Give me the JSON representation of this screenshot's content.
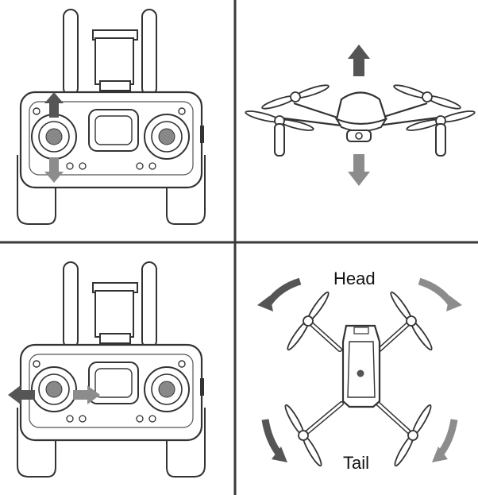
{
  "labels": {
    "head": "Head",
    "tail": "Tail"
  },
  "colors": {
    "line": "#333333",
    "divider": "#3a3a3a",
    "arrow_dark": "#555555",
    "arrow_light": "#8c8c8c",
    "background": "#ffffff"
  },
  "panels": [
    {
      "id": "top-left",
      "content": "remote-controller",
      "stick": "left",
      "direction": "up-down"
    },
    {
      "id": "top-right",
      "content": "drone-side-view",
      "direction": "ascend-descend"
    },
    {
      "id": "bottom-left",
      "content": "remote-controller",
      "stick": "left",
      "direction": "left-right"
    },
    {
      "id": "bottom-right",
      "content": "drone-top-view",
      "direction": "rotate"
    }
  ],
  "icons": [
    "up-arrow-icon",
    "down-arrow-icon",
    "left-arrow-icon",
    "right-arrow-icon",
    "rotate-counterclockwise-icon",
    "rotate-clockwise-icon"
  ]
}
